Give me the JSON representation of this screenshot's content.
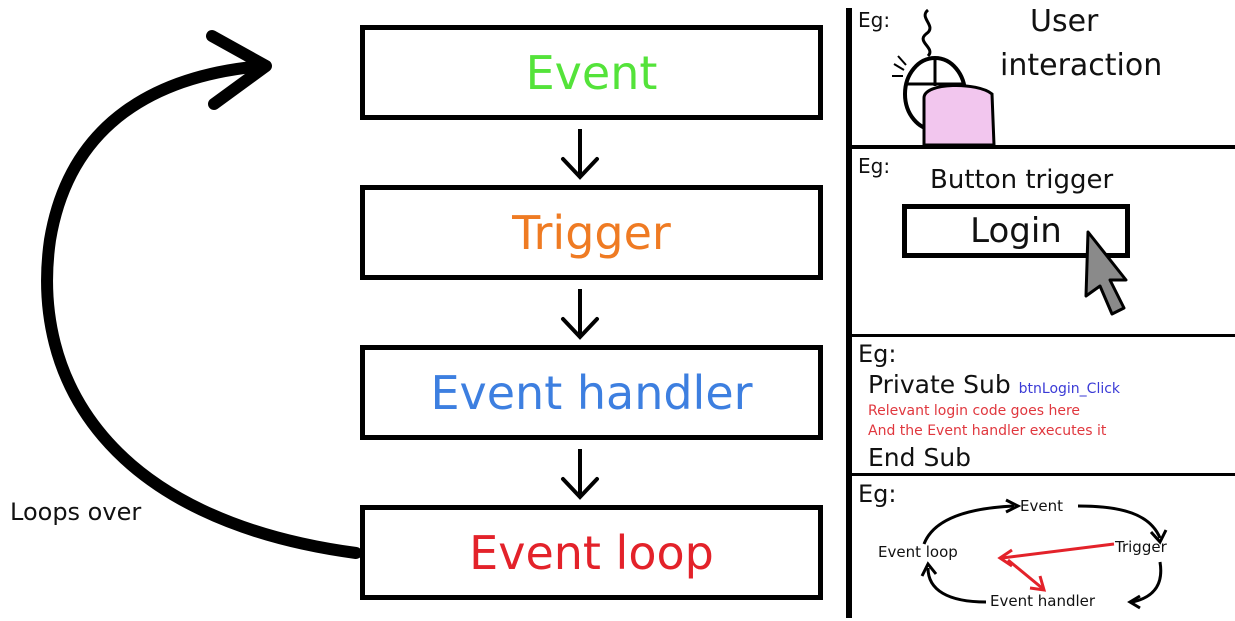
{
  "flow": {
    "steps": [
      {
        "label": "Event",
        "color": "#54e33a"
      },
      {
        "label": "Trigger",
        "color": "#ef7b23"
      },
      {
        "label": "Event handler",
        "color": "#3d7fe0"
      },
      {
        "label": "Event loop",
        "color": "#e3222a"
      }
    ],
    "loop_label": "Loops over"
  },
  "examples": {
    "eg_label": "Eg:",
    "user": {
      "line1": "User",
      "line2": "interaction",
      "hand_color": "#f2c6ee"
    },
    "button": {
      "caption": "Button trigger",
      "button_label": "Login"
    },
    "code": {
      "line1": "Private Sub",
      "handler_name": "btnLogin_Click",
      "comment1": "Relevant login code goes here",
      "comment2": "And the Event handler executes it",
      "line_end": "End Sub"
    },
    "cycle": {
      "event": "Event",
      "trigger": "Trigger",
      "handler": "Event handler",
      "loop": "Event loop"
    }
  }
}
